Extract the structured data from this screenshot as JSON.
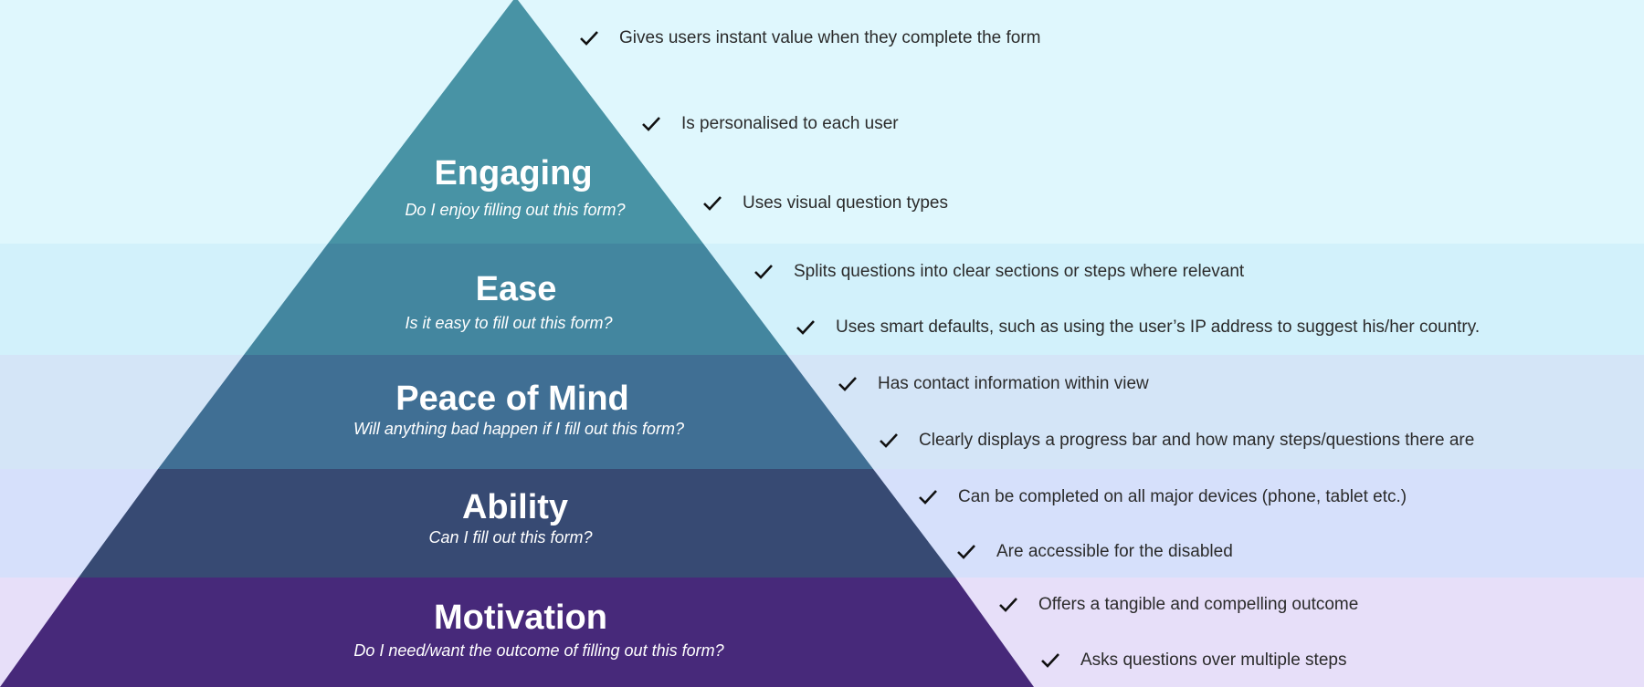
{
  "colors": {
    "engaging_tier": "#4893A5",
    "ease_tier": "#43869F",
    "peace_tier": "#406F94",
    "ability_tier": "#374A73",
    "motivation_tier": "#47297A",
    "engaging_band": "#DFF7FD",
    "ease_band": "#D2F1FB",
    "peace_band": "#D4E5F7",
    "ability_band": "#D6E0FB",
    "motivation_band": "#E7DFF9",
    "check": "#111111"
  },
  "tiers": [
    {
      "title": "Engaging",
      "subtitle": "Do I enjoy filling out this form?"
    },
    {
      "title": "Ease",
      "subtitle": "Is it easy to fill out this form?"
    },
    {
      "title": "Peace of Mind",
      "subtitle": "Will anything bad happen if I fill out this form?"
    },
    {
      "title": "Ability",
      "subtitle": "Can I fill out this form?"
    },
    {
      "title": "Motivation",
      "subtitle": "Do I need/want the outcome of filling out this form?"
    }
  ],
  "checklist": [
    "Gives users instant value when they complete the form",
    "Is personalised to each user",
    "Uses visual question types",
    "Splits questions into clear sections or steps where relevant",
    "Uses smart defaults, such as using the user’s IP address to suggest his/her country.",
    "Has contact information within view",
    "Clearly displays a progress bar and how many steps/questions there are",
    "Can be completed on all major devices (phone, tablet etc.)",
    "Are accessible for the disabled",
    "Offers a tangible and compelling outcome",
    "Asks questions over multiple steps"
  ]
}
